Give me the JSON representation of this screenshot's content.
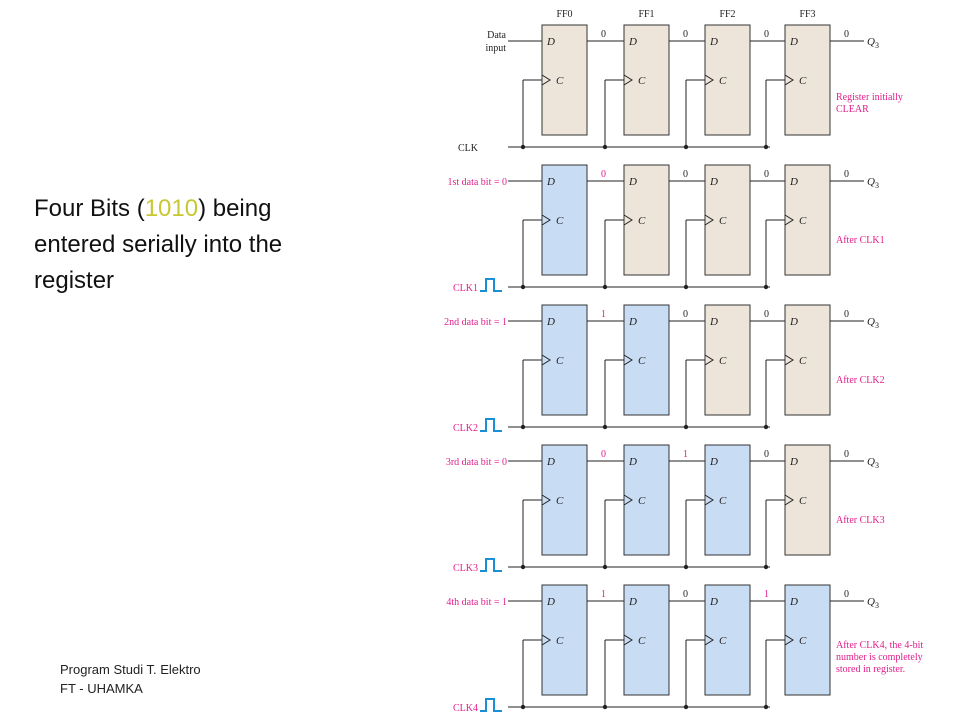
{
  "slide": {
    "title_prefix": "Four Bits (",
    "title_bits": "1010",
    "title_suffix": ") being entered serially into the register",
    "footer_line1": "Program Studi T. Elektro",
    "footer_line2": "FT - UHAMKA"
  },
  "diagram": {
    "flipflops": [
      "FF0",
      "FF1",
      "FF2",
      "FF3"
    ],
    "pin_d": "D",
    "pin_c": "C",
    "output_label": "Q",
    "output_subscript": "3",
    "colors": {
      "filled": "#c8dcf4",
      "empty": "#ede5da",
      "pink": "#e01f8c",
      "pulse": "#1a8fd8"
    },
    "stages": [
      {
        "input_label": [
          "Data",
          "input"
        ],
        "clock_label": "CLK",
        "show_pulse": false,
        "bits": [
          "0",
          "0",
          "0",
          "0"
        ],
        "filled": [
          false,
          false,
          false,
          false
        ],
        "note": [
          "Register initially",
          "CLEAR"
        ]
      },
      {
        "input_label": [
          "1st data bit = 0"
        ],
        "clock_label": "CLK1",
        "show_pulse": true,
        "bits": [
          "0",
          "0",
          "0",
          "0"
        ],
        "filled": [
          true,
          false,
          false,
          false
        ],
        "note": [
          "After CLK1"
        ]
      },
      {
        "input_label": [
          "2nd data bit = 1"
        ],
        "clock_label": "CLK2",
        "show_pulse": true,
        "bits": [
          "1",
          "0",
          "0",
          "0"
        ],
        "filled": [
          true,
          true,
          false,
          false
        ],
        "note": [
          "After CLK2"
        ]
      },
      {
        "input_label": [
          "3rd data bit = 0"
        ],
        "clock_label": "CLK3",
        "show_pulse": true,
        "bits": [
          "0",
          "1",
          "0",
          "0"
        ],
        "filled": [
          true,
          true,
          true,
          false
        ],
        "note": [
          "After CLK3"
        ]
      },
      {
        "input_label": [
          "4th data bit = 1"
        ],
        "clock_label": "CLK4",
        "show_pulse": true,
        "bits": [
          "1",
          "0",
          "1",
          "0"
        ],
        "filled": [
          true,
          true,
          true,
          true
        ],
        "note": [
          "After CLK4, the 4-bit",
          "number is completely",
          "stored in register."
        ]
      }
    ]
  }
}
